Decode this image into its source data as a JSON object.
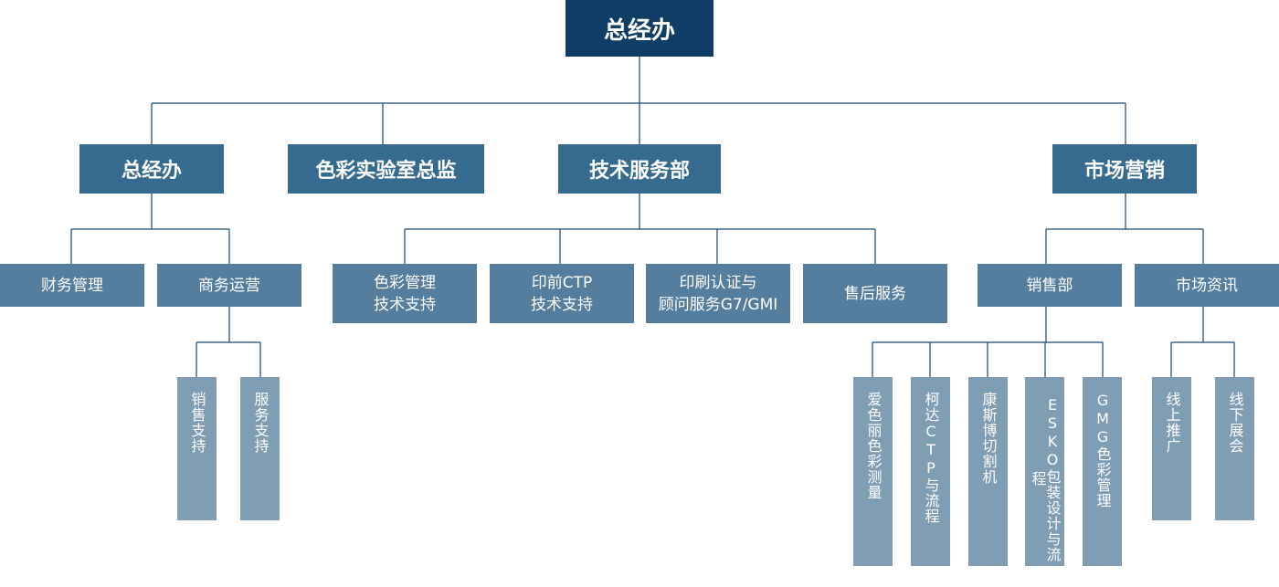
{
  "org_chart": {
    "root": "总经办",
    "level1": {
      "general_office": "总经办",
      "color_lab_director": "色彩实验室总监",
      "technical_service": "技术服务部",
      "marketing": "市场营销"
    },
    "level2": {
      "finance": "财务管理",
      "business_ops": "商务运营",
      "color_mgmt_support": "色彩管理\n技术支持",
      "prepress_ctp_support": "印前CTP\n技术支持",
      "print_cert_consulting": "印刷认证与\n顾问服务G7/GMI",
      "after_sales": "售后服务",
      "sales_dept": "销售部",
      "market_info": "市场资讯"
    },
    "level3": {
      "sales_support": "销售支持",
      "service_support": "服务支持",
      "xrite_measurement": "爱色丽色彩测量",
      "kodak_ctp_workflow": "柯达CTP与流程",
      "kongsberg_cutter": "康斯博切割机",
      "esko_packaging": "ESKO包装设计与流程",
      "gmg_color": "GMG色彩管理",
      "online_promotion": "线上推广",
      "offline_exhibition": "线下展会"
    }
  }
}
